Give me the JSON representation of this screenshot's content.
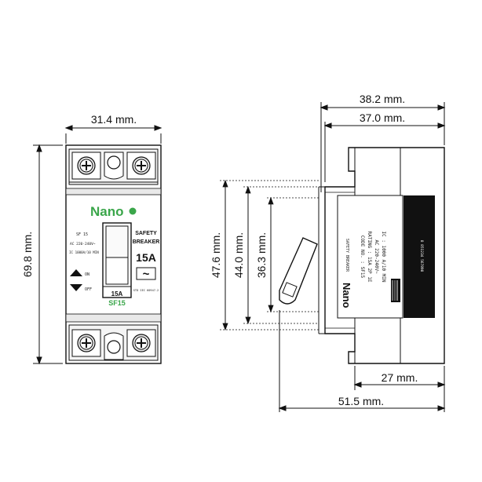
{
  "dimensions": {
    "front_width": "31.4 mm.",
    "front_height": "69.8 mm.",
    "side_outer_width": "38.2 mm.",
    "side_inner_width": "37.0 mm.",
    "side_h1": "47.6 mm.",
    "side_h2": "44.0 mm.",
    "side_h3": "36.3 mm.",
    "side_depth": "27 mm.",
    "side_total": "51.5 mm."
  },
  "front_label": {
    "brand": "Nano",
    "model_small": "SF15",
    "spec_1": "SF 15",
    "spec_2": "AC 220-240V~",
    "spec_3": "IC 1000A/10 MIN",
    "title_1": "SAFETY",
    "title_2": "BREAKER",
    "rating": "15A",
    "symbol": "~",
    "on": "ON",
    "off": "OFF",
    "handle_rating": "15A",
    "fine_print": "STD IEC 60947-2"
  },
  "side_label": {
    "brand": "Nano",
    "header": "SAFETY BREAKER",
    "line_1": "CODE NO. : SF15",
    "line_2": "RATING : 15A 2P 1E",
    "line_3": "AC 220-240V~",
    "line_4": "IC : 1000 A/10 MIN",
    "barcode_text": "8 851234 567890"
  },
  "colors": {
    "accent_green": "#3aa64a",
    "line": "#111111",
    "body_fill": "#ffffff"
  }
}
